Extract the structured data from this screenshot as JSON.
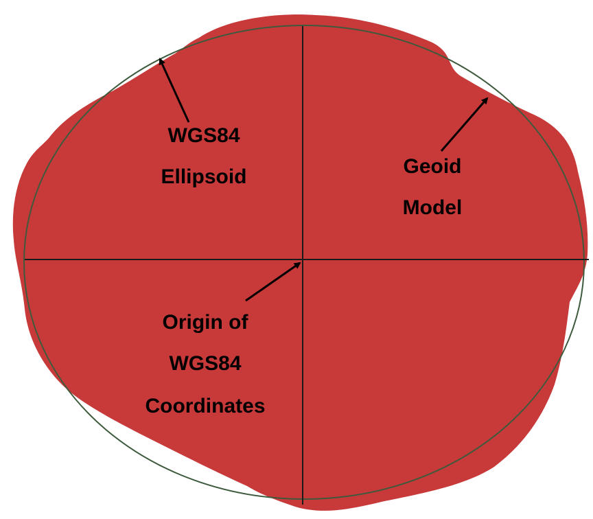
{
  "colors": {
    "geoid_fill": "#c8393a",
    "ellipsoid_stroke": "#3d5a3d",
    "axis_stroke": "#1a1a1a",
    "arrow_color": "#000000",
    "text_color": "#000000",
    "background": "#ffffff"
  },
  "labels": {
    "ellipsoid_line1": "WGS84",
    "ellipsoid_line2": "Ellipsoid",
    "geoid_line1": "Geoid",
    "geoid_line2": "Model",
    "origin_line1": "Origin of",
    "origin_line2": "WGS84",
    "origin_line3": "Coordinates"
  }
}
